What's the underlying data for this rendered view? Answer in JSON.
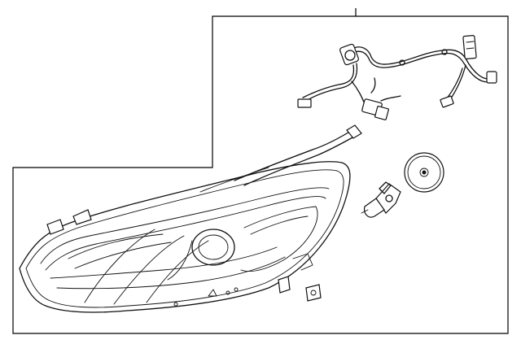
{
  "diagram": {
    "parts": [
      {
        "name": "headlamp-assembly"
      },
      {
        "name": "wiring-harness"
      },
      {
        "name": "bulb-socket"
      },
      {
        "name": "rear-cap"
      },
      {
        "name": "mounting-bracket"
      }
    ],
    "colors": {
      "line": "#111111",
      "background": "#ffffff"
    }
  }
}
